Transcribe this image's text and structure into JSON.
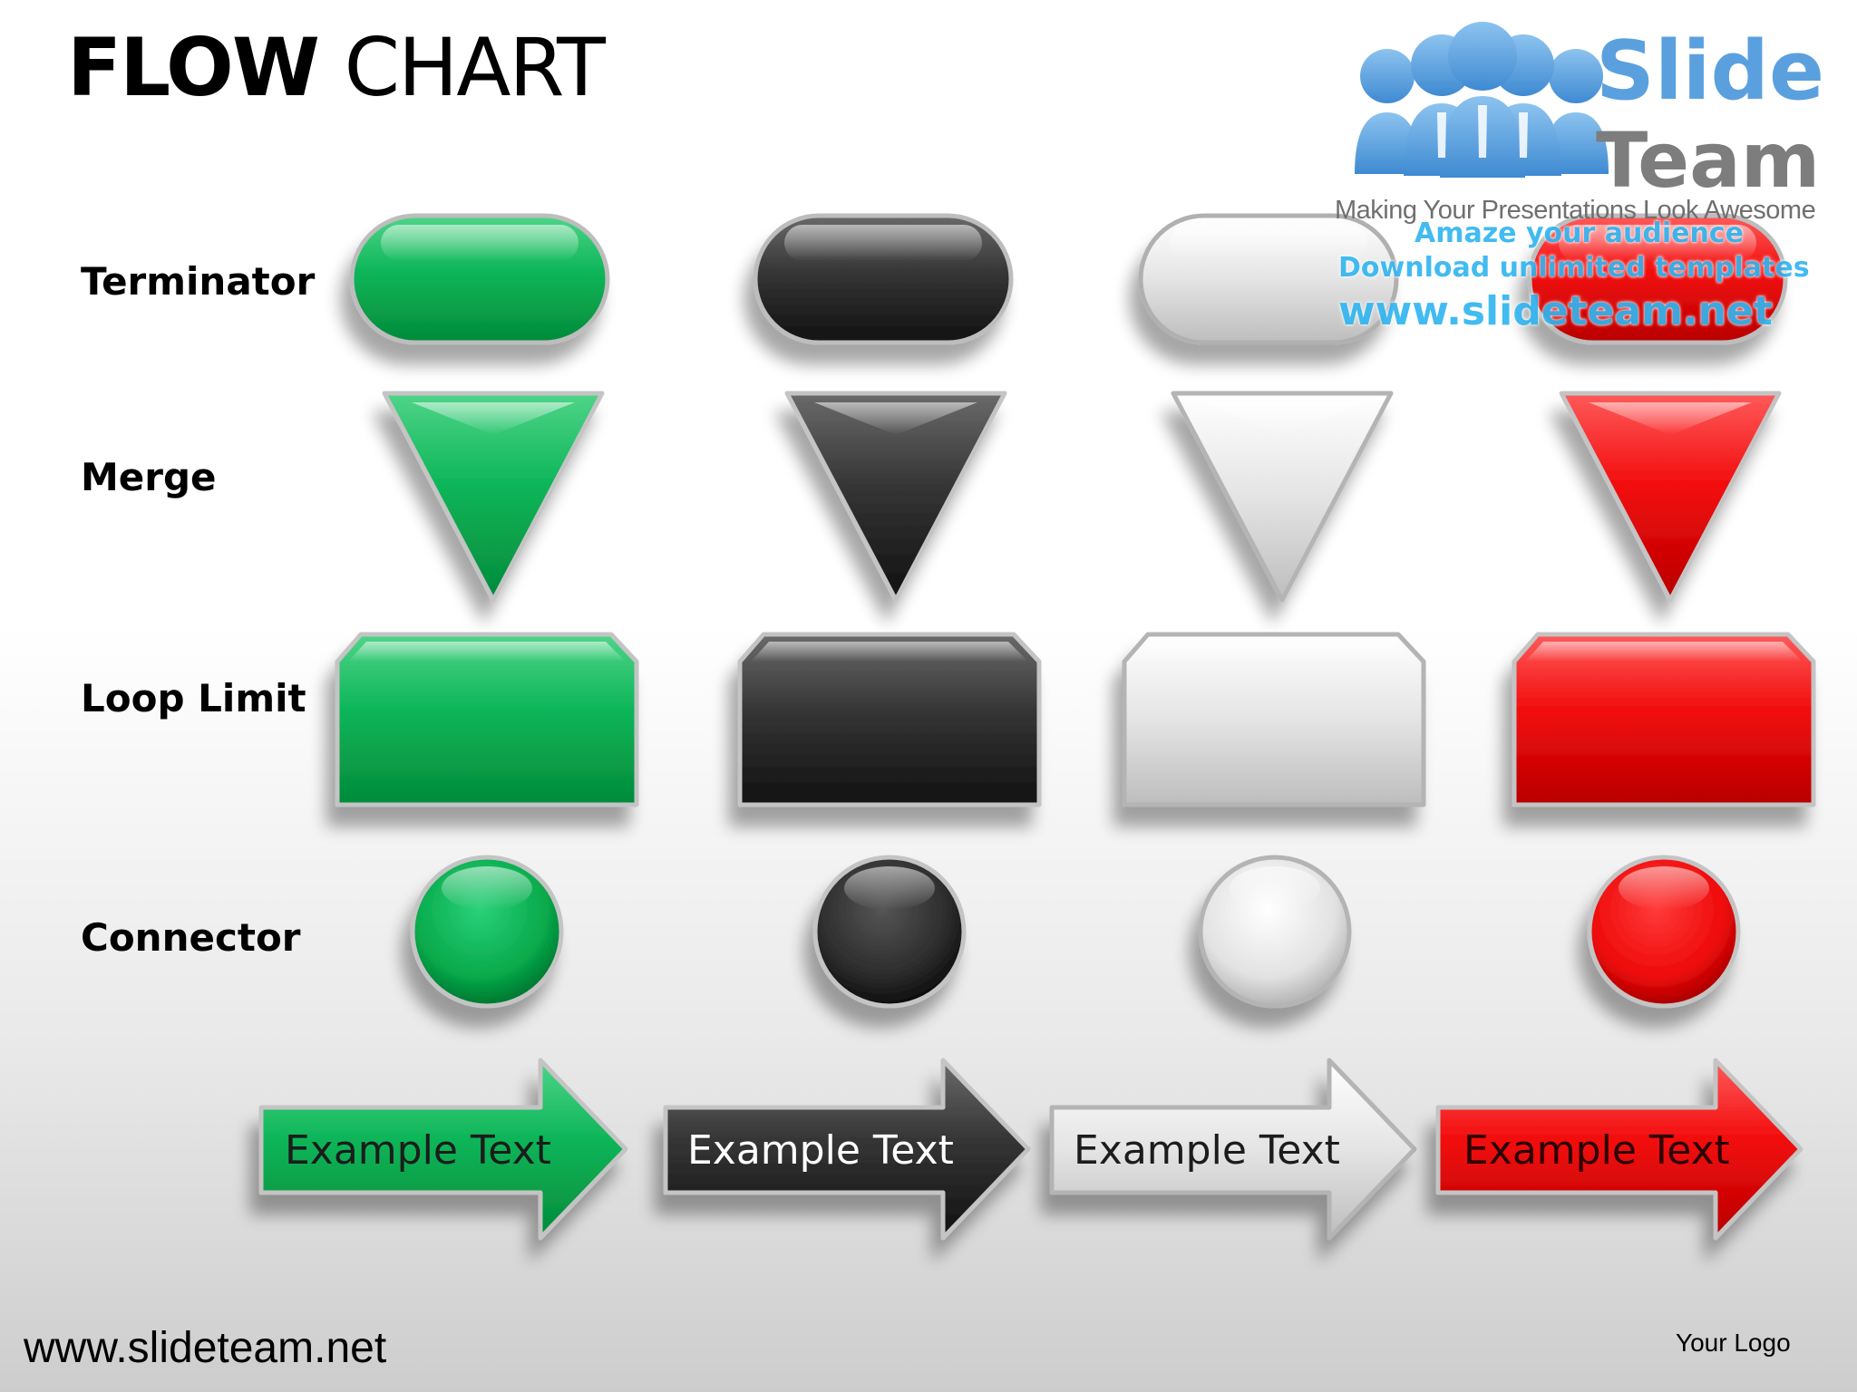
{
  "slide": {
    "title_bold": "FLOW",
    "title_rest": "CHART",
    "footer_url": "www.slideteam.net",
    "your_logo": "Your Logo"
  },
  "rows": [
    {
      "label": "Terminator"
    },
    {
      "label": "Merge"
    },
    {
      "label": "Loop Limit"
    },
    {
      "label": "Connector"
    }
  ],
  "colors": {
    "green": "#07a94a",
    "black": "#2b2b2b",
    "white": "#e2e2e2",
    "red": "#ee0a0a"
  },
  "arrows": [
    {
      "text": "Example Text",
      "color": "green",
      "text_color": "#1a1a1a"
    },
    {
      "text": "Example Text",
      "color": "black",
      "text_color": "#ffffff"
    },
    {
      "text": "Example Text",
      "color": "white",
      "text_color": "#1a1a1a"
    },
    {
      "text": "Example Text",
      "color": "red",
      "text_color": "#2a0000"
    }
  ],
  "logo": {
    "icon": "people-group-icon",
    "word1": "Slide",
    "word2": "Team",
    "tagline": "Making Your Presentations Look Awesome"
  },
  "watermark": {
    "line1": "Amaze your audience",
    "line2": "Download unlimited templates",
    "line3": "www.slideteam.net"
  }
}
